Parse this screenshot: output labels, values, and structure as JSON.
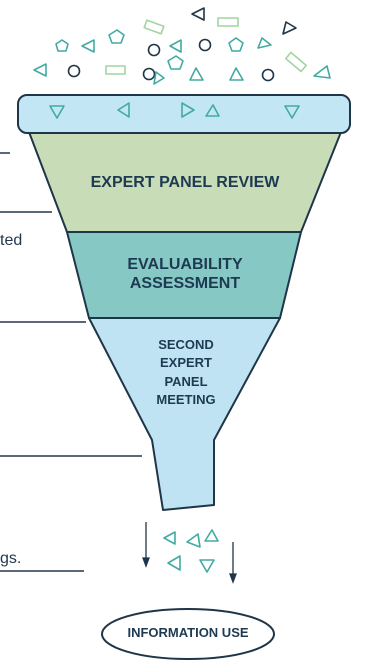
{
  "stages": [
    {
      "id": "stage-expert-panel-review",
      "label": "EXPERT PANEL REVIEW"
    },
    {
      "id": "stage-evaluability-assessment",
      "label": "EVALUABILITY ASSESSMENT"
    },
    {
      "id": "stage-second-expert-panel-meeting",
      "label": "SECOND EXPERT PANEL MEETING"
    }
  ],
  "outcome": {
    "label": "INFORMATION USE"
  },
  "side_fragments": {
    "item1": "ted",
    "item2": "gs."
  },
  "colors": {
    "stage1": "#c9dcb8",
    "stage2": "#86c8c4",
    "stage3": "#bfe3f2",
    "rim": "#c3e6f5",
    "outline": "#1f3548",
    "text": "#1e3a52",
    "green_shape": "#a4d4a0",
    "teal_shape": "#43aaa3"
  },
  "icons": [
    "triangle-icon",
    "circle-icon",
    "pentagon-icon",
    "rectangle-icon",
    "down-arrow-icon"
  ]
}
